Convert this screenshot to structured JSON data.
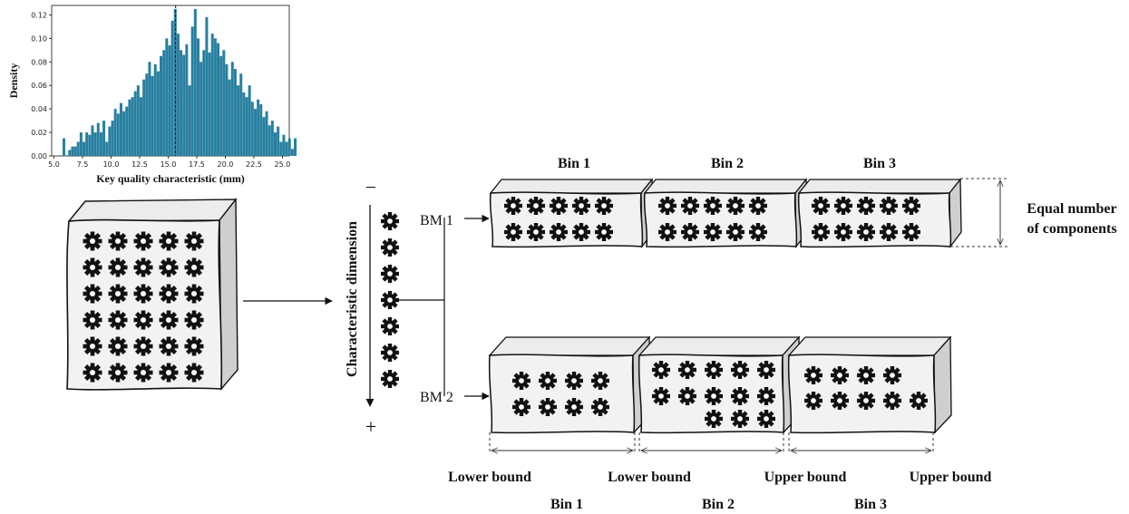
{
  "histogram": {
    "chart_data": {
      "type": "bar",
      "xlabel": "Key quality characteristic (mm)",
      "ylabel": "Density",
      "xlim": [
        4.8,
        25.6
      ],
      "ylim": [
        0,
        0.128
      ],
      "x_ticks": [
        "5.0",
        "7.5",
        "10.0",
        "12.5",
        "15.0",
        "17.5",
        "20.0",
        "22.5",
        "25.0"
      ],
      "x_tick_values": [
        5.0,
        7.5,
        10.0,
        12.5,
        15.0,
        17.5,
        20.0,
        22.5,
        25.0
      ],
      "y_ticks": [
        "0.00",
        "0.02",
        "0.04",
        "0.06",
        "0.08",
        "0.10",
        "0.12"
      ],
      "y_tick_values": [
        0.0,
        0.02,
        0.04,
        0.06,
        0.08,
        0.1,
        0.12
      ],
      "bin_start": 5.0,
      "bin_width": 0.25,
      "values": [
        0.0,
        0.0,
        0.0,
        0.015,
        0.0,
        0.005,
        0.008,
        0.008,
        0.012,
        0.02,
        0.012,
        0.02,
        0.018,
        0.026,
        0.02,
        0.028,
        0.02,
        0.03,
        0.012,
        0.025,
        0.03,
        0.04,
        0.036,
        0.045,
        0.038,
        0.042,
        0.048,
        0.05,
        0.055,
        0.06,
        0.05,
        0.065,
        0.07,
        0.08,
        0.068,
        0.078,
        0.072,
        0.085,
        0.09,
        0.1,
        0.094,
        0.115,
        0.125,
        0.104,
        0.09,
        0.086,
        0.095,
        0.06,
        0.11,
        0.125,
        0.1,
        0.08,
        0.09,
        0.118,
        0.088,
        0.104,
        0.1,
        0.096,
        0.085,
        0.09,
        0.078,
        0.065,
        0.08,
        0.074,
        0.06,
        0.07,
        0.054,
        0.05,
        0.06,
        0.046,
        0.04,
        0.048,
        0.044,
        0.033,
        0.038,
        0.026,
        0.03,
        0.02,
        0.025,
        0.012,
        0.018,
        0.012,
        0.015,
        0.006,
        0.015
      ],
      "bar_color": "#287fa0",
      "reference_line": 15.65
    }
  },
  "labels": {
    "characteristic_dimension": "Characteristic dimension",
    "minus": "−",
    "plus": "+",
    "bm1": "BM 1",
    "bm2": "BM 2",
    "equal_number_line1": "Equal number",
    "equal_number_line2": "of components",
    "bm1_bins": [
      "Bin 1",
      "Bin 2",
      "Bin 3"
    ],
    "bm2_bins": [
      "Bin 1",
      "Bin 2",
      "Bin 3"
    ],
    "bounds": [
      "Lower bound",
      "Lower bound",
      "Upper bound",
      "Upper bound"
    ]
  },
  "colors": {
    "box_face": "#f2f2f2",
    "box_side": "#cfcfcf",
    "gear": "#111111"
  },
  "icons": {
    "component": "gear-icon"
  }
}
